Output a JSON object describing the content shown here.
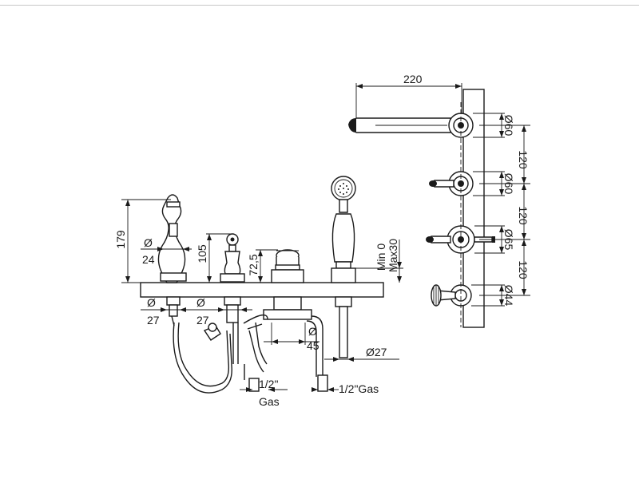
{
  "dimensions": {
    "width_220": "220",
    "d60_a": "Ø60",
    "d60_b": "Ø60",
    "d65": "Ø65",
    "d44": "Ø44",
    "s120_a": "120",
    "s120_b": "120",
    "s120_c": "120",
    "h179": "179",
    "h105": "105",
    "h72_5": "72,5",
    "d_symbol_1": "Ø",
    "d24": "24",
    "d_symbol_2": "Ø",
    "d27_a": "27",
    "d_symbol_3": "Ø",
    "d27_b": "27",
    "d_symbol_4": "Ø",
    "d45": "45",
    "d27_c": "Ø27",
    "min0": "Min 0",
    "max30": "Max30",
    "thread_a_1": "1/2\"",
    "thread_a_2": "Gas",
    "thread_b": "1/2\"Gas"
  }
}
